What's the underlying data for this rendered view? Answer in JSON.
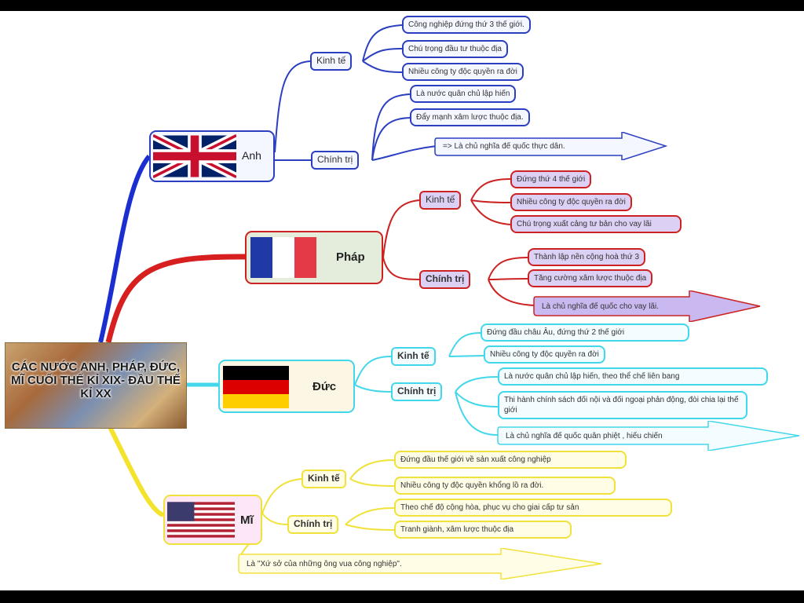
{
  "center": {
    "title": "CÁC NƯỚC ANH, PHÁP, ĐỨC, MĨ CUỐI THẾ KỈ XIX- ĐẦU THẾ KỈ XX"
  },
  "colors": {
    "uk": "#2b3fc0",
    "fr": "#cc2222",
    "de": "#42d7ea",
    "us": "#f0e23a"
  },
  "countries": {
    "uk": {
      "name": "Anh",
      "flag": "uk-flag-icon",
      "economy_label": "Kinh tế",
      "economy": [
        "Công nghiệp đứng thứ 3 thế giới.",
        "Chú trọng đầu tư thuộc địa",
        "Nhiều công ty độc quyền ra đời"
      ],
      "politics_label": "Chính trị",
      "politics": [
        "Là nước quân chủ lập hiến",
        "Đẩy mạnh xâm lược thuộc địa."
      ],
      "conclusion": "=> Là chủ nghĩa đế quốc thực dân."
    },
    "fr": {
      "name": "Pháp",
      "flag": "france-flag-icon",
      "economy_label": "Kinh tế",
      "economy": [
        "Đứng thứ 4 thế giới",
        "Nhiều công ty độc quyền ra đời",
        "Chú trọng xuất cảng tư bản cho vay lãi"
      ],
      "politics_label": "Chính trị",
      "politics": [
        "Thành lập nền cộng hoà thứ 3",
        "Tăng cường xâm lược thuộc địa"
      ],
      "conclusion": "Là chủ nghĩa đế quốc cho vay lãi."
    },
    "de": {
      "name": "Đức",
      "flag": "germany-flag-icon",
      "economy_label": "Kinh tế",
      "economy": [
        "Đứng đầu châu Âu, đứng thứ 2 thế giới",
        "Nhiều công ty độc quyền ra đời"
      ],
      "politics_label": "Chính trị",
      "politics": [
        "Là nước quân chủ lập hiến, theo thể chế liên bang",
        "Thi hành chính sách đối nội và đối ngoại phản động, đòi chia lại thế giới"
      ],
      "conclusion": "Là chủ nghĩa đế quốc quân phiệt , hiếu chiến"
    },
    "us": {
      "name": "Mĩ",
      "flag": "usa-flag-icon",
      "economy_label": "Kinh tế",
      "economy": [
        "Đứng đầu thế giới về sản xuất công nghiệp",
        "Nhiều công ty độc quyền khổng lồ ra đời."
      ],
      "politics_label": "Chính trị",
      "politics": [
        "Theo chế độ cộng hòa, phục vụ cho giai cấp tư sản",
        "Tranh giành, xâm lược thuộc địa"
      ],
      "conclusion": "Là \"Xứ sở của những ông vua công nghiệp\"."
    }
  }
}
